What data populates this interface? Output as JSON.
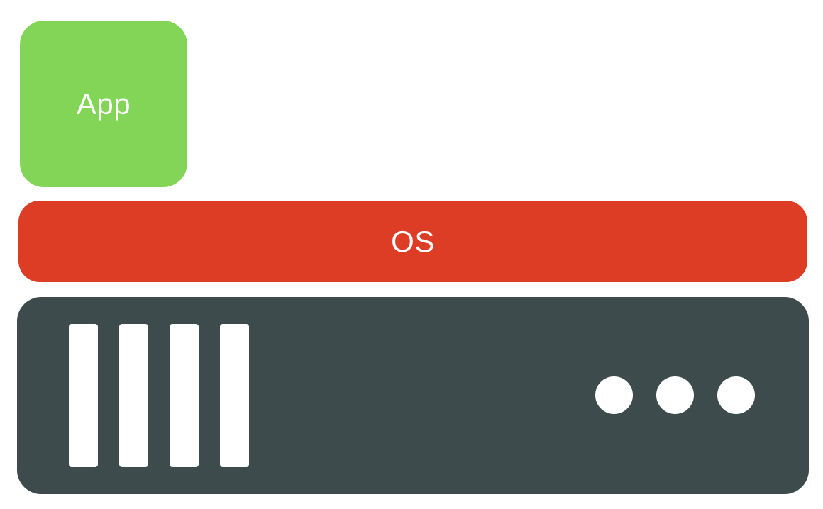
{
  "diagram": {
    "layers": {
      "app": {
        "label": "App",
        "color": "#83d558"
      },
      "os": {
        "label": "OS",
        "color": "#dd3c25"
      },
      "hardware": {
        "icon": "server-icon",
        "color": "#3d4b4c",
        "drive_bays": 4,
        "status_lights": 3
      }
    }
  }
}
